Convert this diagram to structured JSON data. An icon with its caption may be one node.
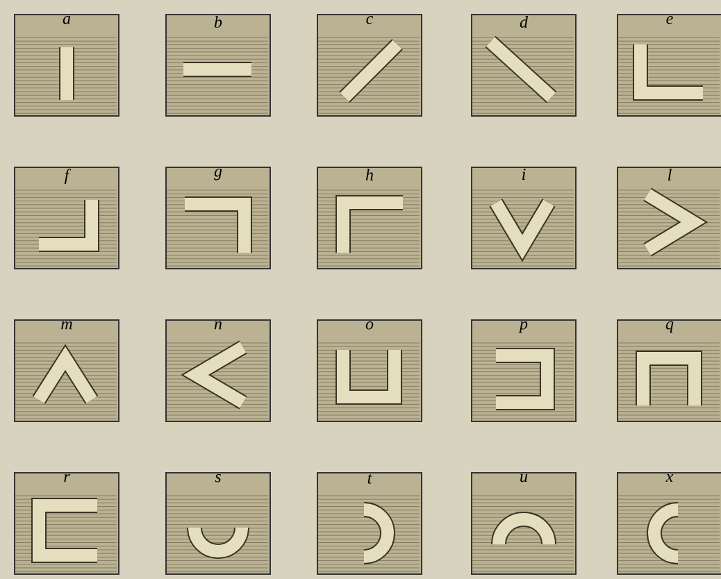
{
  "diagram": {
    "nodes": [
      {
        "text": [
          "a"
        ]
      },
      {
        "text": [
          "b"
        ]
      },
      {
        "text": [
          "c"
        ]
      },
      {
        "text": [
          "d"
        ]
      },
      {
        "text": [
          "e"
        ]
      },
      {
        "text": [
          "f"
        ]
      },
      {
        "text": [
          "g"
        ]
      },
      {
        "text": [
          "h"
        ]
      },
      {
        "text": [
          "i"
        ]
      },
      {
        "text": [
          "l"
        ]
      },
      {
        "text": [
          "m"
        ]
      },
      {
        "text": [
          "n"
        ]
      },
      {
        "text": [
          "o"
        ]
      },
      {
        "text": [
          "p"
        ]
      },
      {
        "text": [
          "q"
        ]
      },
      {
        "text": [
          "r"
        ]
      },
      {
        "text": [
          "s"
        ]
      },
      {
        "text": [
          "t"
        ]
      },
      {
        "text": [
          "u"
        ]
      },
      {
        "text": [
          "x"
        ]
      }
    ]
  }
}
